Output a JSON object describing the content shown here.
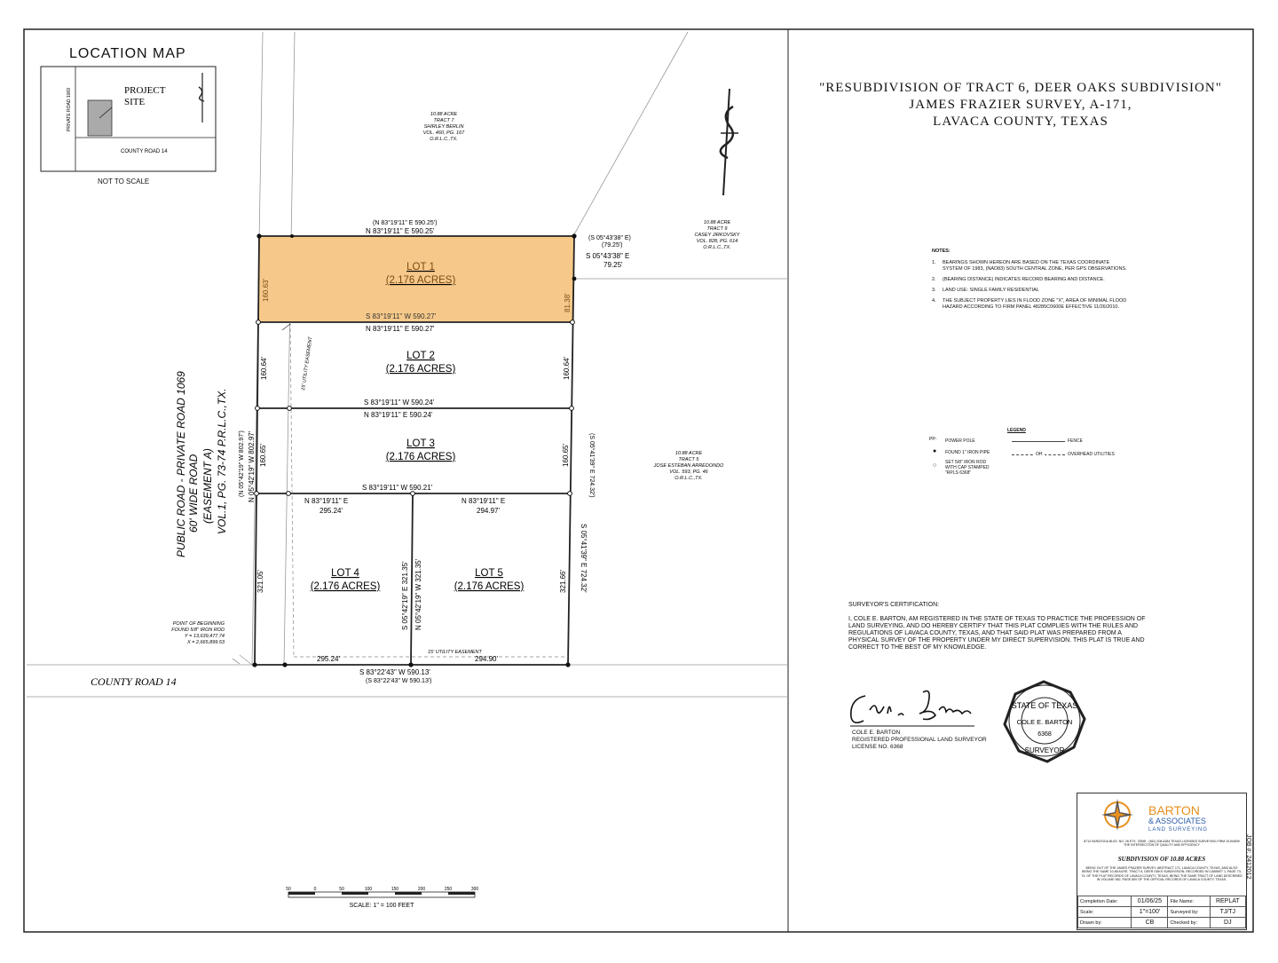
{
  "title": {
    "line1": "\"RESUBDIVISION OF TRACT 6, DEER OAKS SUBDIVISION\"",
    "line2": "JAMES FRAZIER SURVEY, A-171,",
    "line3": "LAVACA COUNTY, TEXAS"
  },
  "location_map": {
    "heading": "LOCATION MAP",
    "road_side": "PRIVATE ROAD 1069",
    "site_label_1": "PROJECT",
    "site_label_2": "SITE",
    "road_bottom": "COUNTY ROAD 14",
    "scale_note": "NOT TO SCALE"
  },
  "adjoiners": {
    "north": [
      "10.88 ACRE",
      "TRACT 7",
      "SHIRLEY BERLIN",
      "VOL. 460, PG. 167",
      "O.R.L.C.,TX."
    ],
    "east_top": [
      "10.88 ACRE",
      "TRACT 9",
      "CASEY JIRKOVSKY",
      "VOL. 828, PG. 614",
      "O.R.L.C.,TX."
    ],
    "east_mid": [
      "10.88 ACRE",
      "TRACT 5",
      "JOSE ESTEBAN ARREDONDO",
      "VOL. 593, PG. 46",
      "O.R.L.C.,TX."
    ]
  },
  "road": {
    "line1": "PUBLIC ROAD - PRIVATE ROAD 1069",
    "line2": "60' WIDE ROAD",
    "line3": "(EASEMENT A)",
    "line4": "VOL.1, PG. 73-74 P.R.L.C.,TX.",
    "county": "COUNTY ROAD 14"
  },
  "lots": [
    {
      "name": "LOT 1",
      "area": "(2.176 ACRES)",
      "highlight": true
    },
    {
      "name": "LOT 2",
      "area": "(2.176 ACRES)"
    },
    {
      "name": "LOT 3",
      "area": "(2.176 ACRES)"
    },
    {
      "name": "LOT 4",
      "area": "(2.176 ACRES)"
    },
    {
      "name": "LOT 5",
      "area": "(2.176 ACRES)"
    }
  ],
  "bearings": {
    "north_record": "(N 83°19'11\" E   590.25')",
    "north": "N 83°19'11\" E   590.25'",
    "ne_record_1": "(S 05°43'38\" E)",
    "ne_record_2": "(79.25')",
    "ne_1": "S 05°43'38\" E",
    "ne_2": "79.25'",
    "lot1_south": "S 83°19'11\" W   590.27'",
    "lot2_north": "N 83°19'11\" E   590.27'",
    "lot2_south": "S 83°19'11\" W   590.24'",
    "lot3_north": "N 83°19'11\" E   590.24'",
    "lot3_south": "S 83°19'11\" W   590.21'",
    "lot4_north_1": "N 83°19'11\" E",
    "lot4_north_2": "295.24'",
    "lot5_north_1": "N 83°19'11\" E",
    "lot5_north_2": "294.97'",
    "mid_e": "S 05°42'19\" E   321.35'",
    "mid_w": "N 05°42'19\" W   321.35'",
    "south_left": "295.24'",
    "south_right": "294.90'",
    "south": "S 83°22'43\" W   590.13'",
    "south_record": "(S 83°22'43\" W   590.13')",
    "west_record": "(N 05°42'19\" W   802.97')",
    "west": "N 05°42'19\" W   802.97'",
    "east": "S 05°41'39\" E   724.32'",
    "east_record": "(S 05°41'39\" E   724.32')",
    "lot1_w": "160.63'",
    "lot1_e": "81.38'",
    "lot2_w": "160.64'",
    "lot2_e": "160.64'",
    "lot3_w": "160.65'",
    "lot3_e": "160.65'",
    "lot4_w": "321.05'",
    "lot5_e": "321.66'",
    "easement_1": "15' UTILITY EASEMENT",
    "easement_2": "15' UTILITY EASEMENT"
  },
  "pob": {
    "l1": "POINT OF BEGINNING",
    "l2": "FOUND 5/8\" IRON ROD",
    "l3": "Y = 13,639,477.74",
    "l4": "X = 2,665,899.53"
  },
  "notes": {
    "heading": "NOTES:",
    "items": [
      {
        "n": "1.",
        "t": "BEARINGS SHOWN HEREON ARE BASED ON THE TEXAS COORDINATE SYSTEM OF 1983, (NAD83) SOUTH CENTRAL ZONE, PER GPS OBSERVATIONS."
      },
      {
        "n": "2.",
        "t": "(BEARING DISTANCE) INDICATES RECORD BEARING AND DISTANCE."
      },
      {
        "n": "3.",
        "t": "LAND USE: SINGLE FAMILY RESIDENTIAL"
      },
      {
        "n": "4.",
        "t": "THE SUBJECT PROPERTY LIES IN FLOOD ZONE \"X\", AREA OF MINIMAL FLOOD HAZARD ACCORDING TO FIRM PANEL 48285C0600E EFFECTIVE 11/26/2010."
      }
    ]
  },
  "legend": {
    "heading": "LEGEND",
    "pp": "POWER POLE",
    "found": "FOUND 1\" IRON PIPE",
    "set_1": "SET 5/8\" IRON ROD",
    "set_2": "WITH CAP STAMPED",
    "set_3": "\"RPLS 6368\"",
    "fence": "FENCE",
    "oh": "OVERHEAD UTILITIES",
    "oh_code": "OH"
  },
  "certification": {
    "heading": "SURVEYOR'S CERTIFICATION:",
    "body": "I, COLE E. BARTON, AM REGISTERED IN THE STATE OF TEXAS TO PRACTICE THE PROFESSION OF LAND SURVEYING, AND DO HEREBY CERTIFY THAT THIS PLAT COMPLIES WITH THE RULES AND REGULATIONS OF LAVACA COUNTY, TEXAS, AND THAT SAID PLAT WAS PREPARED FROM A PHYSICAL SURVEY OF THE PROPERTY UNDER MY DIRECT SUPERVISION.  THIS PLAT IS TRUE AND CORRECT TO THE BEST OF MY KNOWLEDGE."
  },
  "signature": {
    "name": "COLE E. BARTON",
    "title": "REGISTERED PROFESSIONAL LAND SURVEYOR",
    "license": "LICENSE NO. 6368",
    "seal_top": "STATE OF TEXAS",
    "seal_name": "COLE E. BARTON",
    "seal_num": "6368",
    "seal_bottom": "SURVEYOR"
  },
  "scale": {
    "ticks": [
      "50",
      "0",
      "50",
      "100",
      "150",
      "200",
      "250",
      "300"
    ],
    "label": "SCALE:  1\" = 100  FEET"
  },
  "title_block": {
    "company_1": "BARTON",
    "company_2": "& ASSOCIATES",
    "company_3": "LAND SURVEYING",
    "address": "8713 SARATOGA BLVD. NO. 28 ETX. 78395 · (361) 208-6284 TEXAS LICENSED SURVEYING FIRM 10194509 THE INTERSECTION OF QUALITY AND EFFICIENCY",
    "subdivision": "SUBDIVISION OF 10.88 ACRES",
    "description": "BEING OUT OF THE JAMES FRAZIER SURVEY, ABSTRACT 171, LAVACA COUNTY, TEXAS, AND ALSO BEING THE SAME 10.88 ACRE, TRACT 6, DEER OAKS SUBDIVISION, RECORDED IN CABINET 1, PAGE 73-74, OF THE PLAT RECORDS OF LAVACA COUNTY, TEXAS, BEING THE SAME TRACT OF LAND DESCRIBED IN VOLUME 982, PAGE 800 OF THE OFFICIAL RECORDS OF LAVACA COUNTY, TEXAS.",
    "completion_label": "Completion Date:",
    "completion": "01/06/25",
    "file_label": "File Name:",
    "file": "REPLAT",
    "scale_label": "Scale:",
    "scale": "1\"=100'",
    "surveyed_label": "Surveyed by:",
    "surveyed": "TJ/TJ",
    "drawn_label": "Drawn by:",
    "drawn": "CB",
    "checked_label": "Checked by:",
    "checked": "DJ",
    "job": "JOB #: 2412012"
  },
  "colors": {
    "highlight": "#f6c98a",
    "highlight_edge": "#d9963d",
    "logo_orange": "#e8901e",
    "logo_blue": "#2a5aa8"
  }
}
